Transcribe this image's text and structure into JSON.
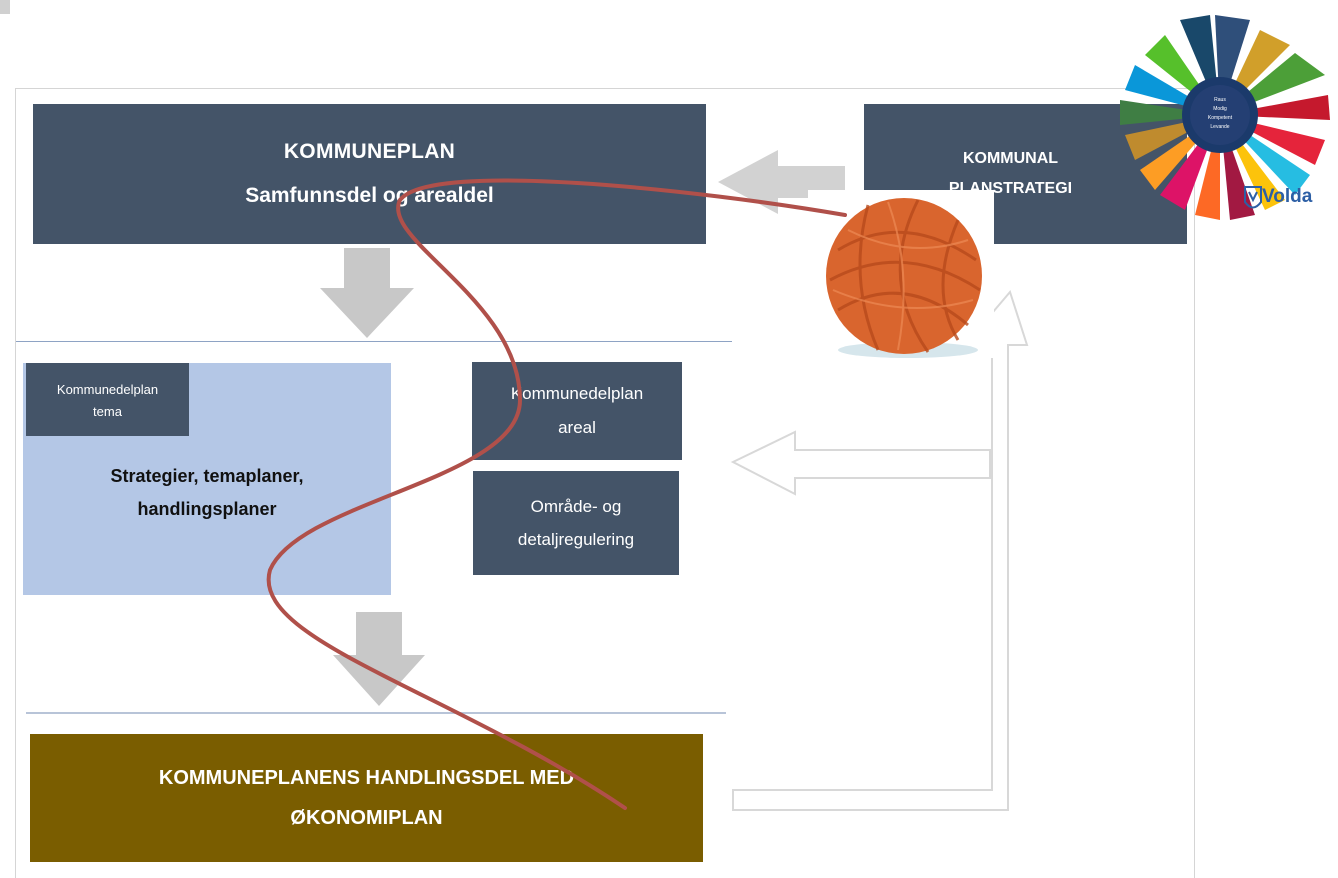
{
  "kommuneplan": {
    "line1": "KOMMUNEPLAN",
    "line2": "Samfunnsdel og arealdel"
  },
  "planstrategi": {
    "line1": "KOMMUNAL",
    "line2": "PLANSTRATEGI"
  },
  "tema_box": {
    "line1": "Kommunedelplan",
    "line2": "tema"
  },
  "strategier": {
    "line1": "Strategier, temaplaner,",
    "line2": "handlingsplaner"
  },
  "areal_box": {
    "line1": "Kommunedelplan",
    "line2": "areal"
  },
  "regulering_box": {
    "line1": "Område- og",
    "line2": "detaljregulering"
  },
  "handlingsdel": {
    "line1": "KOMMUNEPLANENS HANDLINGSDEL MED",
    "line2": "ØKONOMIPLAN"
  },
  "logo": {
    "name": "Volda",
    "sdg_center": [
      "Raus",
      "Modig",
      "Kompetent",
      "Levande"
    ]
  },
  "colors": {
    "box_dark": "#445468",
    "box_light": "#b4c7e6",
    "box_brown": "#7a5d00",
    "arrow_gray": "#cfcfcf",
    "thread": "#b0504a",
    "yarn": "#d9652e"
  },
  "icons": [
    "yarn-ball-image",
    "sdg-wheel-logo",
    "volda-shield-icon"
  ]
}
